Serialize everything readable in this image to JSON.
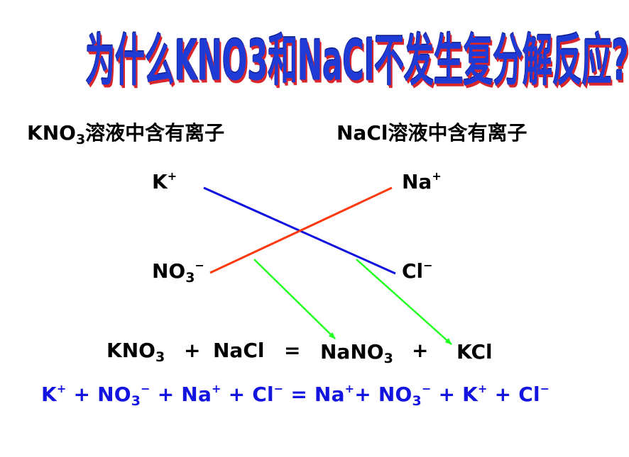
{
  "title": "为什么KNO3和NaCl不发生复分解反应?",
  "left_label": {
    "pre": "KNO",
    "sub": "3",
    "post": "溶液中含有离子"
  },
  "right_label": "NaCl溶液中含有离子",
  "ions": {
    "k": {
      "base": "K",
      "sup": "+"
    },
    "na": {
      "base": "Na",
      "sup": "+"
    },
    "no3": {
      "base": "NO",
      "sub": "3",
      "sup": "−"
    },
    "cl": {
      "base": "Cl",
      "sup": "−"
    }
  },
  "equation": {
    "kno3": {
      "base": "KNO",
      "sub": "3"
    },
    "plus1": "+",
    "nacl": "NaCl",
    "equals": "=",
    "nano3": {
      "base": "NaNO",
      "sub": "3"
    },
    "plus2": "+",
    "kcl": "KCl"
  },
  "ionic_equation": {
    "t1": "K",
    "s1": "+",
    "t2": " + NO",
    "b2": "3",
    "s2": "−",
    "t3": " + Na",
    "s3": "+",
    "t4": " + Cl",
    "s4": "−",
    "t5": " = Na",
    "s5": "+",
    "t6": "+ NO",
    "b6": "3",
    "s6": "−",
    "t7": " + K",
    "s7": "+",
    "t8": " + Cl",
    "s8": "−"
  },
  "colors": {
    "title_fill": "#1f3bd6",
    "title_shadow": "#d8262b",
    "line_k_cl": "#1010e0",
    "line_no3_na": "#ff3a10",
    "arrow": "#22ff22",
    "ionic_text": "#1414e0"
  }
}
